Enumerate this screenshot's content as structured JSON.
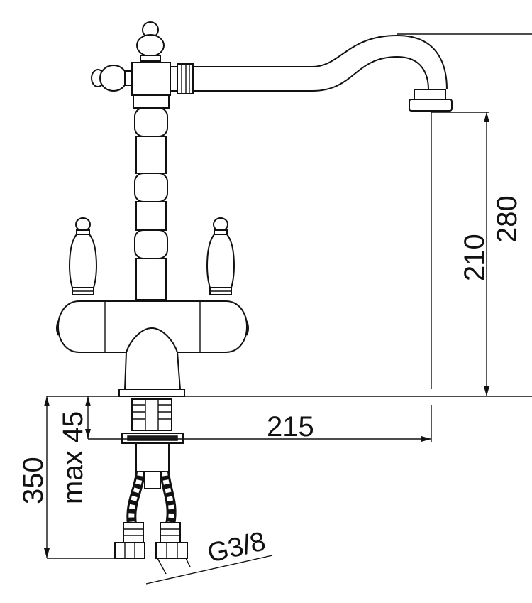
{
  "dimensions": {
    "height_280": "280",
    "height_210": "210",
    "reach_215": "215",
    "hose_350": "350",
    "max_45": "max 45",
    "thread": "G3/8"
  }
}
